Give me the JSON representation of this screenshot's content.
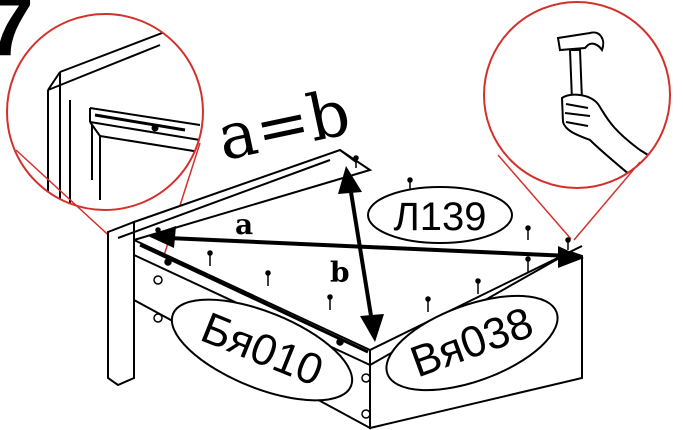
{
  "step_number": "7",
  "equation": "a=b",
  "diagonal_a_label": "a",
  "diagonal_b_label": "b",
  "parts": {
    "back_panel": "Л139",
    "side_panel": "Бя010",
    "front_panel": "Вя038"
  },
  "insets": {
    "left": "rail-detail",
    "right": "hammer-detail"
  }
}
